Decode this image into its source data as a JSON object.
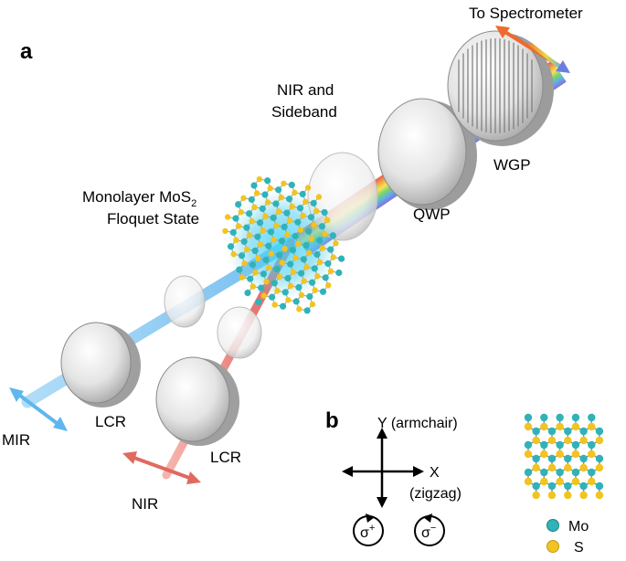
{
  "panel_a": {
    "letter": "a",
    "to_spectrometer": "To Spectrometer",
    "nir_sideband_line1": "NIR and",
    "nir_sideband_line2": "Sideband",
    "wgp": "WGP",
    "qwp": "QWP",
    "monolayer_line1": "Monolayer MoS",
    "monolayer_sub": "2",
    "monolayer_line2": "Floquet State",
    "lcr_mir": "LCR",
    "lcr_nir": "LCR",
    "mir": "MIR",
    "nir": "NIR"
  },
  "panel_b": {
    "letter": "b",
    "y_axis": "Y (armchair)",
    "x_axis": "X",
    "x_axis_sub": "(zigzag)",
    "sigma_plus": "σ",
    "sigma_plus_sup": "+",
    "sigma_minus": "σ",
    "sigma_minus_sup": "−",
    "legend_mo": "Mo",
    "legend_s": "S"
  },
  "colors": {
    "mo": "#2fb3b8",
    "s": "#f2c421",
    "mir_beam": "#5fb7ef",
    "nir_beam": "#e45a52",
    "lens": "#cfcfcf"
  }
}
